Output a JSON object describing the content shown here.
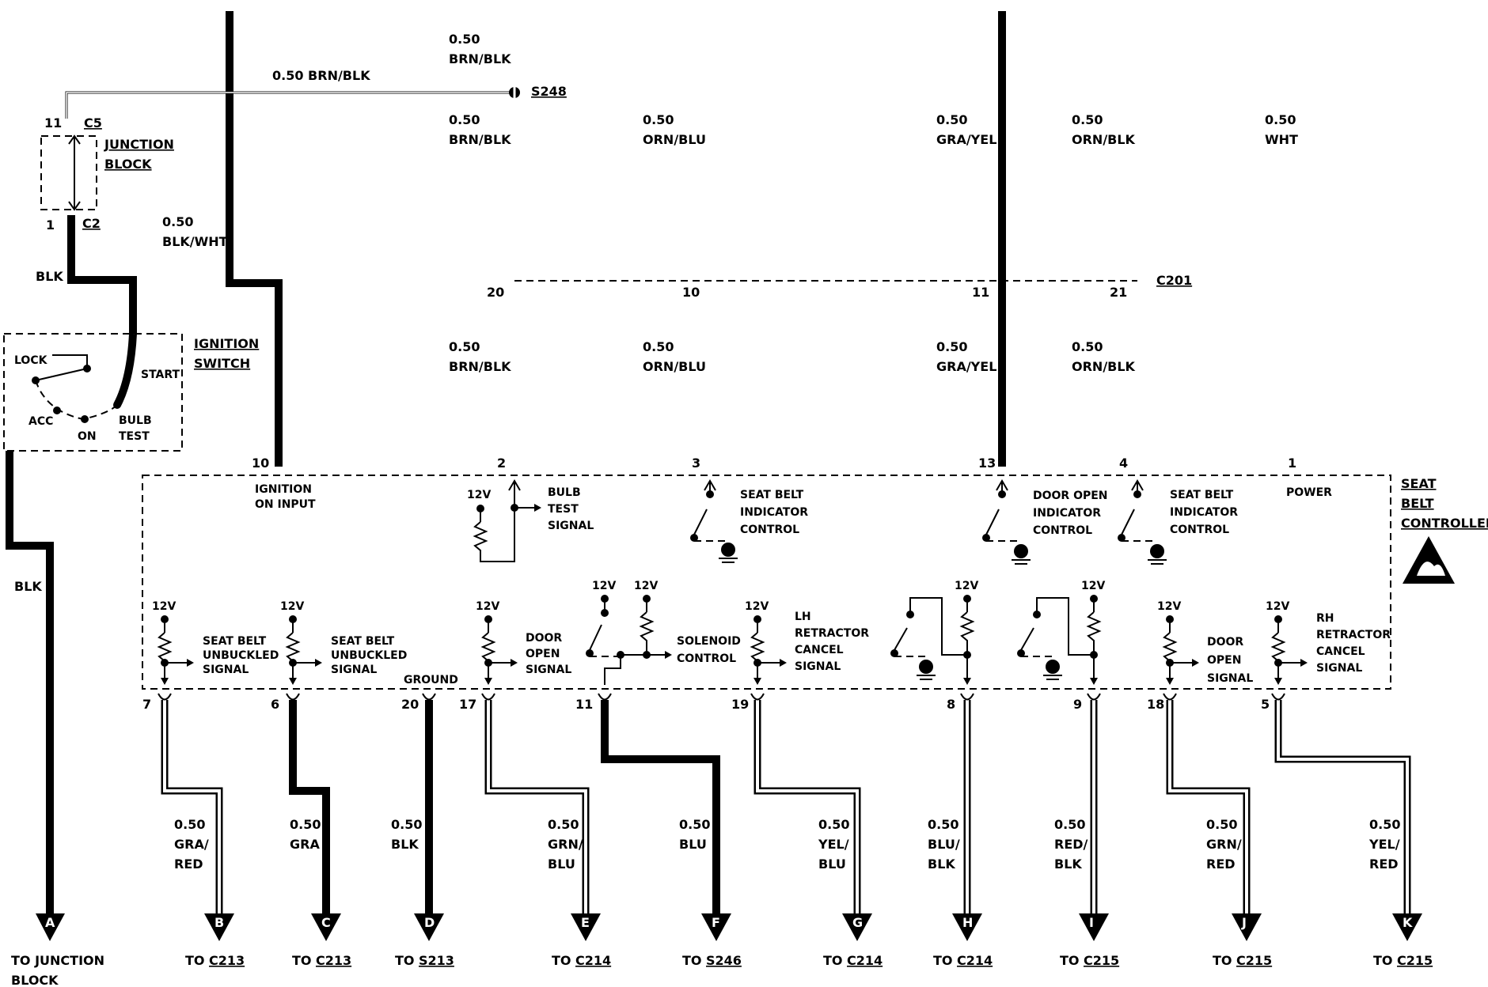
{
  "top_wire_label": "0.50 BRN/BLK",
  "splice_label": "S248",
  "junction_block": {
    "title_line1": "JUNCTION",
    "title_line2": "BLOCK",
    "pin_top": "11",
    "conn_top": "C5",
    "pin_bottom": "1",
    "conn_bottom": "C2"
  },
  "wire_blk_upper": "BLK",
  "wire_blk_lower": "BLK",
  "wire_blkwht": {
    "gauge": "0.50",
    "color": "BLK/WHT"
  },
  "ignition_switch": {
    "title_line1": "IGNITION",
    "title_line2": "SWITCH",
    "positions": [
      "LOCK",
      "START",
      "ACC",
      "ON",
      "BULB",
      "TEST"
    ]
  },
  "top_wires": [
    {
      "gauge": "0.50",
      "color": "BRN/BLK",
      "top_gauge": "0.50",
      "top_color": "BRN/BLK",
      "c201_pin": "20",
      "lower_gauge": "0.50",
      "lower_color": "BRN/BLK",
      "ctrl_pin": "2"
    },
    {
      "gauge": "0.50",
      "color": "ORN/BLU",
      "c201_pin": "10",
      "lower_gauge": "0.50",
      "lower_color": "ORN/BLU",
      "ctrl_pin": "3"
    },
    {
      "gauge": "0.50",
      "color": "GRA/YEL",
      "c201_pin": "11",
      "lower_gauge": "0.50",
      "lower_color": "GRA/YEL",
      "ctrl_pin": "13"
    },
    {
      "gauge": "0.50",
      "color": "ORN/BLK",
      "c201_pin": "21",
      "lower_gauge": "0.50",
      "lower_color": "ORN/BLK",
      "ctrl_pin": "4"
    },
    {
      "gauge": "0.50",
      "color": "WHT",
      "ctrl_pin": "1"
    }
  ],
  "c201_label": "C201",
  "ignition_pin": "10",
  "controller": {
    "title_line1": "SEAT",
    "title_line2": "BELT",
    "title_line3": "CONTROLLER",
    "ignition_input_line1": "IGNITION",
    "ignition_input_line2": "ON INPUT",
    "power": "POWER",
    "v12": "12V",
    "bulb_test_signal": [
      "BULB",
      "TEST",
      "SIGNAL"
    ],
    "seat_belt_indicator_control": [
      "SEAT BELT",
      "INDICATOR",
      "CONTROL"
    ],
    "door_open_indicator_control": [
      "DOOR OPEN",
      "INDICATOR",
      "CONTROL"
    ],
    "seat_belt_unbuckled_signal": [
      "SEAT BELT",
      "UNBUCKLED",
      "SIGNAL"
    ],
    "ground": "GROUND",
    "door_open_signal": [
      "DOOR",
      "OPEN",
      "SIGNAL"
    ],
    "solenoid_control": [
      "SOLENOID",
      "CONTROL"
    ],
    "lh_retractor_cancel_signal": [
      "LH",
      "RETRACTOR",
      "CANCEL",
      "SIGNAL"
    ],
    "rh_retractor_cancel_signal": [
      "RH",
      "RETRACTOR",
      "CANCEL",
      "SIGNAL"
    ]
  },
  "bottom_wires": [
    {
      "pin": "7",
      "gauge": "0.50",
      "color1": "GRA/",
      "color2": "RED",
      "letter": "B",
      "dest_prefix": "TO",
      "dest": "C213"
    },
    {
      "pin": "6",
      "gauge": "0.50",
      "color1": "GRA",
      "color2": "",
      "letter": "C",
      "dest_prefix": "TO",
      "dest": "C213"
    },
    {
      "pin": "20",
      "gauge": "0.50",
      "color1": "BLK",
      "color2": "",
      "letter": "D",
      "dest_prefix": "TO",
      "dest": "S213"
    },
    {
      "pin": "17",
      "gauge": "0.50",
      "color1": "GRN/",
      "color2": "BLU",
      "letter": "E",
      "dest_prefix": "TO",
      "dest": "C214"
    },
    {
      "pin": "11",
      "gauge": "0.50",
      "color1": "BLU",
      "color2": "",
      "letter": "F",
      "dest_prefix": "TO",
      "dest": "S246"
    },
    {
      "pin": "19",
      "gauge": "0.50",
      "color1": "YEL/",
      "color2": "BLU",
      "letter": "G",
      "dest_prefix": "TO",
      "dest": "C214"
    },
    {
      "pin": "8",
      "gauge": "0.50",
      "color1": "BLU/",
      "color2": "BLK",
      "letter": "H",
      "dest_prefix": "TO",
      "dest": "C214"
    },
    {
      "pin": "9",
      "gauge": "0.50",
      "color1": "RED/",
      "color2": "BLK",
      "letter": "I",
      "dest_prefix": "TO",
      "dest": "C215"
    },
    {
      "pin": "18",
      "gauge": "0.50",
      "color1": "GRN/",
      "color2": "RED",
      "letter": "J",
      "dest_prefix": "TO",
      "dest": "C215"
    },
    {
      "pin": "5",
      "gauge": "0.50",
      "color1": "YEL/",
      "color2": "RED",
      "letter": "K",
      "dest_prefix": "TO",
      "dest": "C215"
    }
  ],
  "left_terminal": {
    "letter": "A",
    "line1": "TO JUNCTION",
    "line2": "BLOCK"
  }
}
